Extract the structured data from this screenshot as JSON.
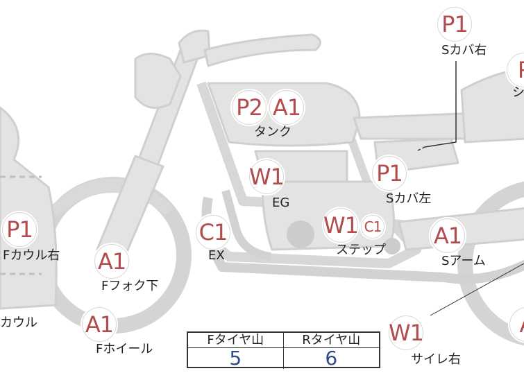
{
  "colors": {
    "body_fill": "#e3e4e2",
    "body_stroke": "#cfd0ce",
    "badge_text": "#b24b4b",
    "table_value": "#2f4a8a"
  },
  "parts": {
    "s_cover_right": {
      "label": "Sカバ右",
      "grade": "P1"
    },
    "seat": {
      "label": "シ",
      "grade": "P"
    },
    "tank": {
      "label": "タンク",
      "grades": [
        "P2",
        "A1"
      ]
    },
    "s_cover_left": {
      "label": "Sカバ左",
      "grade": "P1"
    },
    "engine": {
      "label": "EG",
      "grade": "W1"
    },
    "exhaust": {
      "label": "EX",
      "grade": "C1"
    },
    "step": {
      "label": "ステップ",
      "grades": [
        "W1",
        "C1"
      ]
    },
    "swing_arm": {
      "label": "Sアーム",
      "grade": "A1"
    },
    "f_cowl_right": {
      "label": "Fカウル右",
      "grade": "P1"
    },
    "f_cowl": {
      "label": "カウル"
    },
    "f_fork_lower": {
      "label": "Fフォク下",
      "grade": "A1"
    },
    "f_wheel": {
      "label": "Fホイール",
      "grade": "A1"
    },
    "silencer_right": {
      "label": "サイレ右",
      "grade": "W1"
    },
    "rear_partial": {
      "grade": "A"
    }
  },
  "tread_table": {
    "headers": [
      "Fタイヤ山",
      "Rタイヤ山"
    ],
    "values": [
      "5",
      "6"
    ]
  }
}
